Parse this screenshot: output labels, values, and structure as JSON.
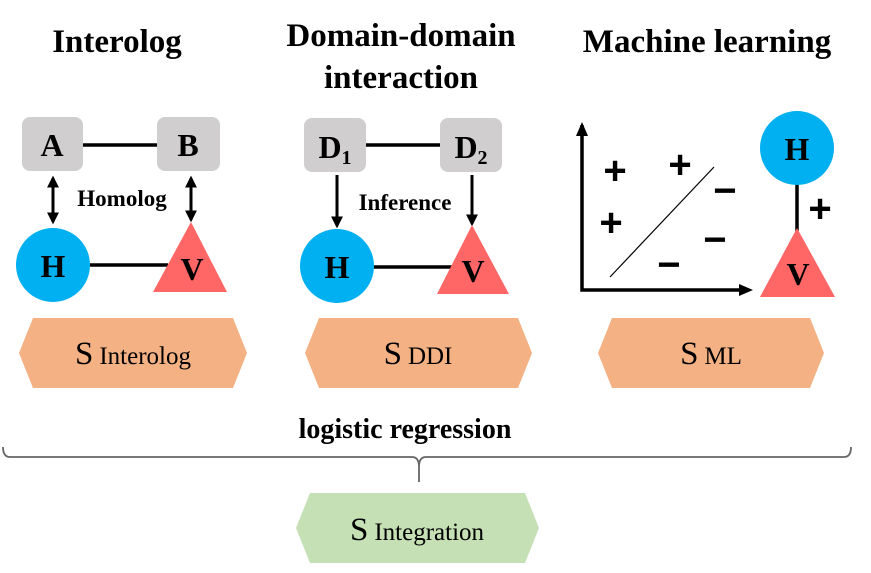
{
  "colors": {
    "host": "#00b0f0",
    "virus": "#ff6666",
    "node_box": "#d0cece",
    "score_box": "#f4b183",
    "integration_box": "#c5e0b4",
    "line": "#000000",
    "brace": "#666666"
  },
  "panels": [
    {
      "id": "interolog",
      "title_lines": [
        "Interolog"
      ],
      "top_nodes": [
        {
          "label": "A",
          "sub": ""
        },
        {
          "label": "B",
          "sub": ""
        }
      ],
      "edge_label": "Homolog",
      "arrow_type": "bidirectional",
      "host_label": "H",
      "virus_label": "V",
      "score": {
        "s": "S",
        "sub": "Interolog"
      }
    },
    {
      "id": "ddi",
      "title_lines": [
        "Domain-domain",
        "interaction"
      ],
      "top_nodes": [
        {
          "label": "D",
          "sub": "1"
        },
        {
          "label": "D",
          "sub": "2"
        }
      ],
      "edge_label": "Inference",
      "arrow_type": "down",
      "host_label": "H",
      "virus_label": "V",
      "score": {
        "s": "S",
        "sub": "DDI"
      }
    },
    {
      "id": "ml",
      "title_lines": [
        "Machine learning"
      ],
      "plot_symbols": {
        "positive": [
          "+",
          "+",
          "+"
        ],
        "negative": [
          "−",
          "−",
          "−"
        ]
      },
      "edge_symbol": "+",
      "host_label": "H",
      "virus_label": "V",
      "score": {
        "s": "S",
        "sub": "ML"
      }
    }
  ],
  "combiner": {
    "label": "logistic regression",
    "result": {
      "s": "S",
      "sub": "Integration"
    }
  }
}
